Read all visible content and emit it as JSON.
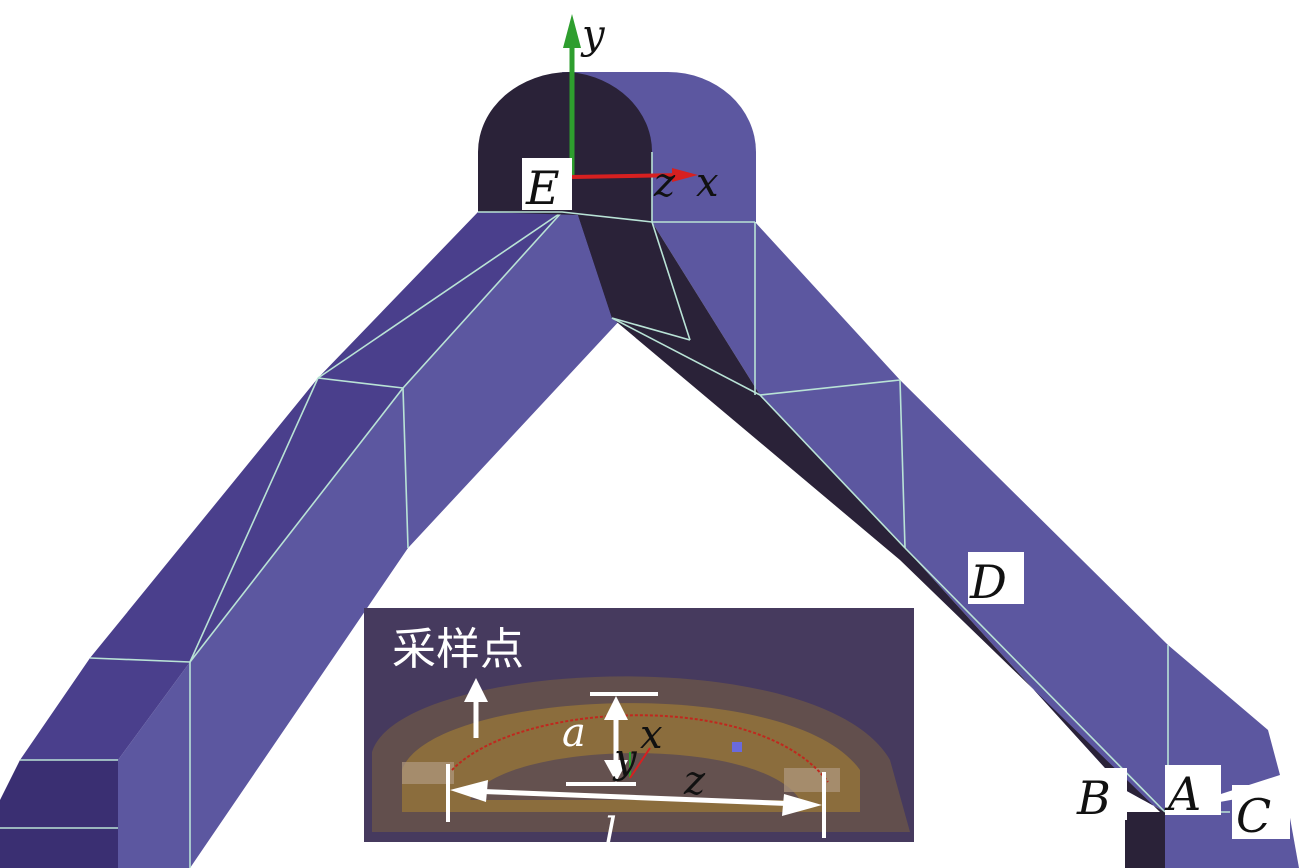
{
  "points": {
    "E": "E",
    "D": "D",
    "B": "B",
    "A": "A",
    "C": "C"
  },
  "global_axes": {
    "y": "y",
    "z": "z",
    "x": "x"
  },
  "inset": {
    "title": "采样点",
    "dim_a": "a",
    "dim_l": "l",
    "axis_x": "x",
    "axis_y": "y",
    "axis_z": "z"
  },
  "colors": {
    "face_light": "#5c57a0",
    "face_mid": "#4a3f8c",
    "face_dark": "#2a2238",
    "edge_line": "#b9e3d6",
    "axis_y": "#2e9e2e",
    "axis_x": "#d62020",
    "inset_bg": "#463a5e",
    "inset_band": "#8a6a38",
    "sample_curve": "#c0281e"
  }
}
